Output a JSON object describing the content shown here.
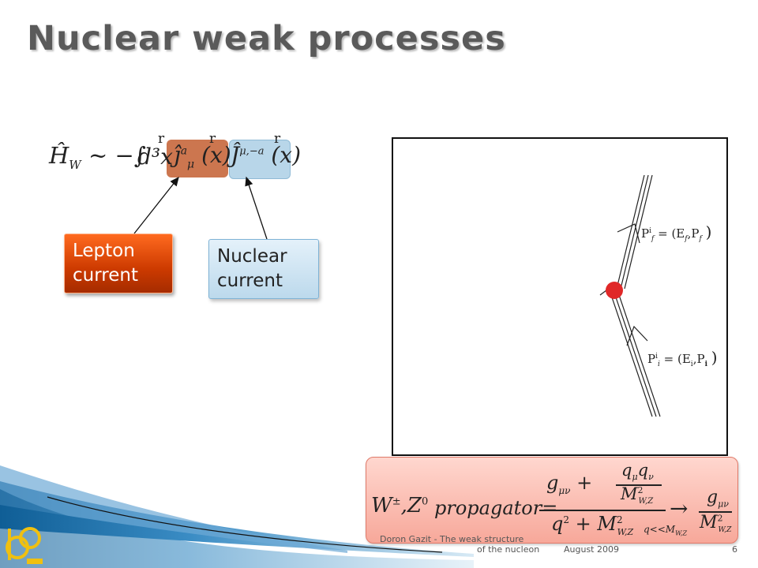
{
  "slide": {
    "title": "Nuclear weak processes",
    "lepton_label_1": "Lepton",
    "lepton_label_2": "current",
    "nuclear_label_1": "Nuclear",
    "nuclear_label_2": "current"
  },
  "equation": {
    "hamiltonian_lhs": "Ĥ",
    "hamiltonian_sub": "W",
    "sim": "~ −∫",
    "measure": "d³x",
    "lepton_current": "ĵ",
    "lepton_sup": "a",
    "lepton_sub": "μ",
    "lepton_arg": "(x)",
    "nuclear_current": "Ĵ",
    "nuclear_sup": "μ,−a",
    "nuclear_arg": "(x)",
    "vec_mark": "r"
  },
  "diagram": {
    "final_label": "P",
    "final_sup": "i",
    "final_sub": "f",
    "final_rhs": "= (E",
    "final_rhs_sub": "f",
    "final_rhs_p": ",P",
    "final_rhs_p_sub": "f",
    "final_close": ")",
    "initial_label": "P",
    "initial_sup": "i",
    "initial_sub": "i",
    "initial_rhs": "= (E",
    "initial_rhs_sub": "i",
    "initial_rhs_p": ",P",
    "initial_rhs_p_sub": "i",
    "initial_close": ")"
  },
  "propagator": {
    "boson": "W",
    "boson_sup": "±",
    "boson_rest": ",Z",
    "boson_rest_sup": "0",
    "word": "propagator",
    "equals": "=",
    "num_g": "g",
    "num_g_sub": "μν",
    "num_plus": "+",
    "num_frac_top": "q",
    "num_frac_top_sub1": "μ",
    "num_frac_top_q2": "q",
    "num_frac_top_sub2": "ν",
    "num_frac_bot": "M",
    "num_frac_bot_sup": "2",
    "num_frac_bot_sub": "W,Z",
    "den_q": "q",
    "den_q_sup": "2",
    "den_plus": "+",
    "den_m": "M",
    "den_m_sup": "2",
    "den_m_sub": "W,Z",
    "arrow": "→",
    "limit": "q<<M",
    "limit_sub": "W,Z",
    "res_g": "g",
    "res_g_sub": "μν",
    "res_m": "M",
    "res_m_sup": "2",
    "res_m_sub": "W,Z"
  },
  "footer": {
    "author_line1": "Doron Gazit - The weak structure",
    "author_line2": "of the nucleon",
    "date": "August 2009",
    "page": "6"
  },
  "colors": {
    "lepton_box": "#cc3a00",
    "nuclear_box": "#bcd9ec",
    "vertex": "#e02828",
    "propagator_box": "#f7a89a",
    "decor_blue": "#1a6aa0"
  }
}
